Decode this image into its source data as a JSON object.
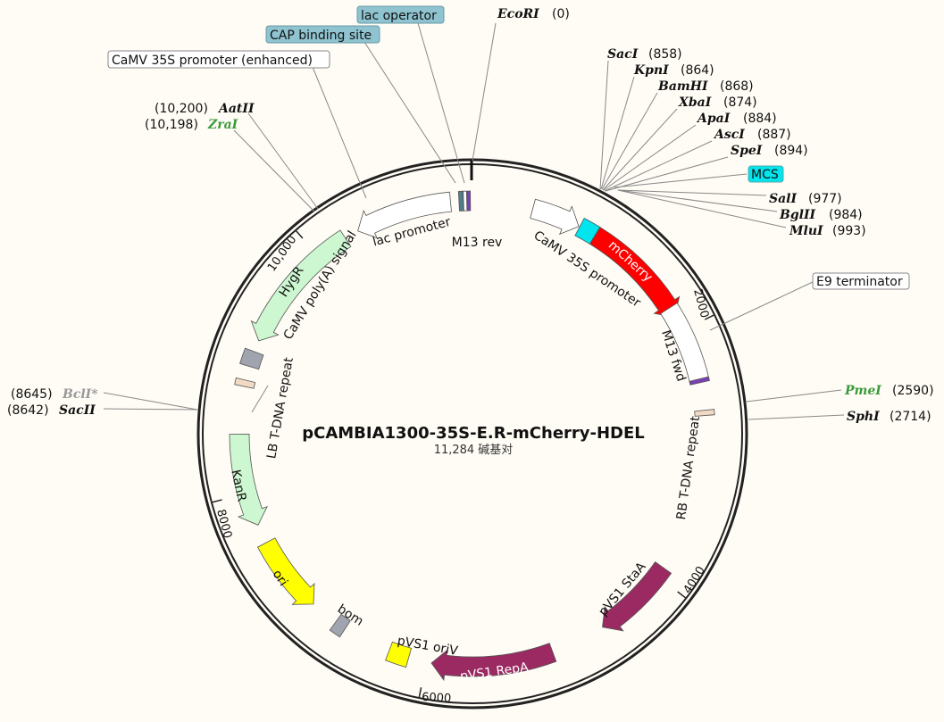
{
  "map": {
    "name": "pCAMBIA1300-35S-E.R-mCherry-HDEL",
    "length_label": "11,284 碱基对",
    "total_bp": 11284,
    "ticks": [
      {
        "bp": 2000,
        "label": "2000"
      },
      {
        "bp": 4000,
        "label": "4000"
      },
      {
        "bp": 6000,
        "label": "6000"
      },
      {
        "bp": 8000,
        "label": "8000"
      },
      {
        "bp": 10000,
        "label": "10,000"
      }
    ],
    "features": [
      {
        "label": "lac promoter",
        "start": 10360,
        "end": 11115,
        "dir": -1,
        "color": "#ffffff"
      },
      {
        "label": "CAP binding site",
        "start": 11180,
        "end": 11212,
        "dir": 0,
        "color": "#4f7f8f"
      },
      {
        "label": "lac operator",
        "start": 11215,
        "end": 11240,
        "dir": 0,
        "color": "#ffffff"
      },
      {
        "label": "M13 rev",
        "start": 11244,
        "end": 11268,
        "dir": 0,
        "color": "#7b3fb5"
      },
      {
        "label": "CaMV 35S promoter",
        "start": 470,
        "end": 850,
        "dir": 1,
        "color": "#ffffff"
      },
      {
        "label": "MCS",
        "start": 858,
        "end": 993,
        "dir": 0,
        "color": "#00e5ee"
      },
      {
        "label": "mCherry",
        "start": 995,
        "end": 1880,
        "dir": 1,
        "color": "#ff0000"
      },
      {
        "label": "E9 terminator",
        "start": 1800,
        "end": 2420,
        "dir": 0,
        "color": "#ffffff"
      },
      {
        "label": "M13 fwd",
        "start": 2395,
        "end": 2425,
        "dir": 0,
        "color": "#7b3fb5"
      },
      {
        "label": "RB T-DNA repeat",
        "start": 2640,
        "end": 2680,
        "dir": 0,
        "color": "#f2d9c4"
      },
      {
        "label": "pVS1 StaA",
        "start": 3920,
        "end": 4580,
        "dir": 1,
        "color": "#9b2a63"
      },
      {
        "label": "pVS1 RepA",
        "start": 5010,
        "end": 5960,
        "dir": 1,
        "color": "#9b2a63"
      },
      {
        "label": "pVS1 oriV",
        "start": 6140,
        "end": 6300,
        "dir": 0,
        "color": "#ffff00"
      },
      {
        "label": "bom",
        "start": 6680,
        "end": 6770,
        "dir": 0,
        "color": "#a0a4ae"
      },
      {
        "label": "ori",
        "start": 6990,
        "end": 7590,
        "dir": -1,
        "color": "#ffff00"
      },
      {
        "label": "KanR",
        "start": 7740,
        "end": 8460,
        "dir": -1,
        "color": "#ccf7d0"
      },
      {
        "label": "LB T-DNA repeat",
        "start": 8830,
        "end": 8880,
        "dir": 0,
        "color": "#f2d9c4"
      },
      {
        "label": "CaMV poly(A) signal",
        "start": 8990,
        "end": 9110,
        "dir": 0,
        "color": "#a0a4ae"
      },
      {
        "label": "HygR",
        "start": 9200,
        "end": 10250,
        "dir": -1,
        "color": "#ccf7d0"
      }
    ],
    "callouts": {
      "camv_enhanced": "CaMV 35S promoter (enhanced)",
      "cap": "CAP binding site",
      "lac_operator": "lac operator",
      "mcs": "MCS",
      "e9": "E9 terminator"
    },
    "sites": [
      {
        "name": "EcoRI",
        "pos": "(0)"
      },
      {
        "name": "SacI",
        "pos": "(858)"
      },
      {
        "name": "KpnI",
        "pos": "(864)"
      },
      {
        "name": "BamHI",
        "pos": "(868)"
      },
      {
        "name": "XbaI",
        "pos": "(874)"
      },
      {
        "name": "ApaI",
        "pos": "(884)"
      },
      {
        "name": "AscI",
        "pos": "(887)"
      },
      {
        "name": "SpeI",
        "pos": "(894)"
      },
      {
        "name": "SalI",
        "pos": "(977)"
      },
      {
        "name": "BglII",
        "pos": "(984)"
      },
      {
        "name": "MluI",
        "pos": "(993)"
      },
      {
        "name": "PmeI",
        "pos": "(2590)",
        "color": "#3a9a3a"
      },
      {
        "name": "SphI",
        "pos": "(2714)"
      },
      {
        "name": "BclI*",
        "pos": "(8645)",
        "color": "#999999"
      },
      {
        "name": "SacII",
        "pos": "(8642)"
      },
      {
        "name": "AatII",
        "pos": "(10,200)"
      },
      {
        "name": "ZraI",
        "pos": "(10,198)",
        "color": "#3a9a3a"
      }
    ]
  }
}
